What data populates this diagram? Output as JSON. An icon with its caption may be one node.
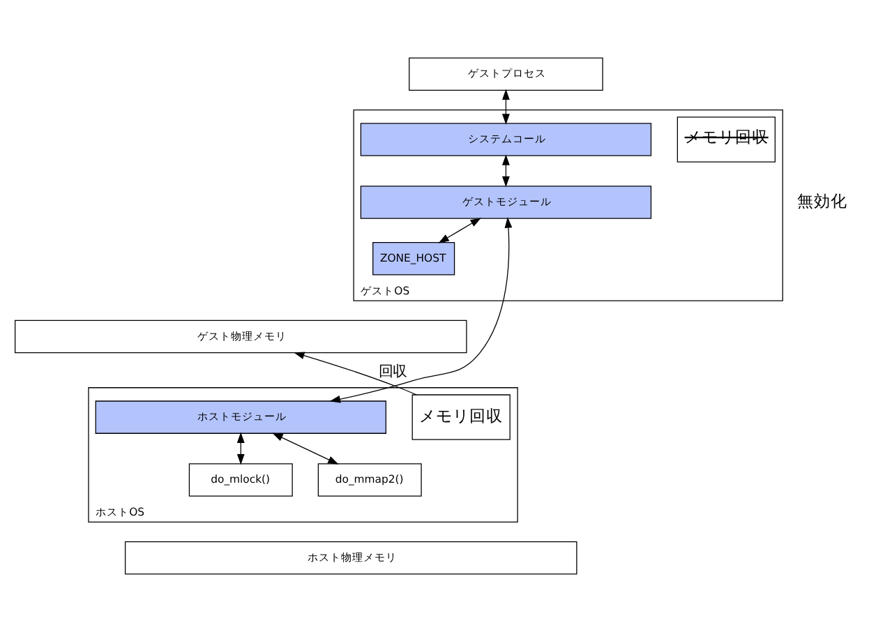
{
  "diagram": {
    "nodes": [
      {
        "text": [
          "ゲストプロセス"
        ]
      },
      {
        "text": [
          "ゲストOS"
        ]
      },
      {
        "text": [
          "システムコール"
        ],
        "in": 1
      },
      {
        "text": [
          "ゲストモジュール"
        ],
        "in": 1
      },
      {
        "text": [
          "ZONE_HOST"
        ],
        "in": 1
      },
      {
        "text": [
          "メモリ回収"
        ],
        "in": 1
      },
      {
        "text": [
          "ゲスト物理メモリ"
        ]
      },
      {
        "text": [
          "ホストOS"
        ]
      },
      {
        "text": [
          "ホストモジュール"
        ],
        "in": 7
      },
      {
        "text": [
          "do_mlock()"
        ],
        "in": 7
      },
      {
        "text": [
          "do_mmap2()"
        ],
        "in": 7
      },
      {
        "text": [
          "メモリ回収"
        ],
        "in": 7
      },
      {
        "text": [
          "ホスト物理メモリ"
        ]
      }
    ],
    "edges": [
      {
        "from": 0,
        "to": 2,
        "arrow": "both"
      },
      {
        "from": 2,
        "to": 3,
        "arrow": "both"
      },
      {
        "from": 3,
        "to": 4,
        "arrow": "both"
      },
      {
        "from": 8,
        "to": 3,
        "arrow": "both"
      },
      {
        "from": 8,
        "to": 9,
        "arrow": "both"
      },
      {
        "from": 8,
        "to": 10,
        "arrow": "both"
      },
      {
        "from": 11,
        "to": 6,
        "arrow": "to",
        "label": "回収"
      }
    ],
    "labels": [
      "無効化"
    ]
  }
}
